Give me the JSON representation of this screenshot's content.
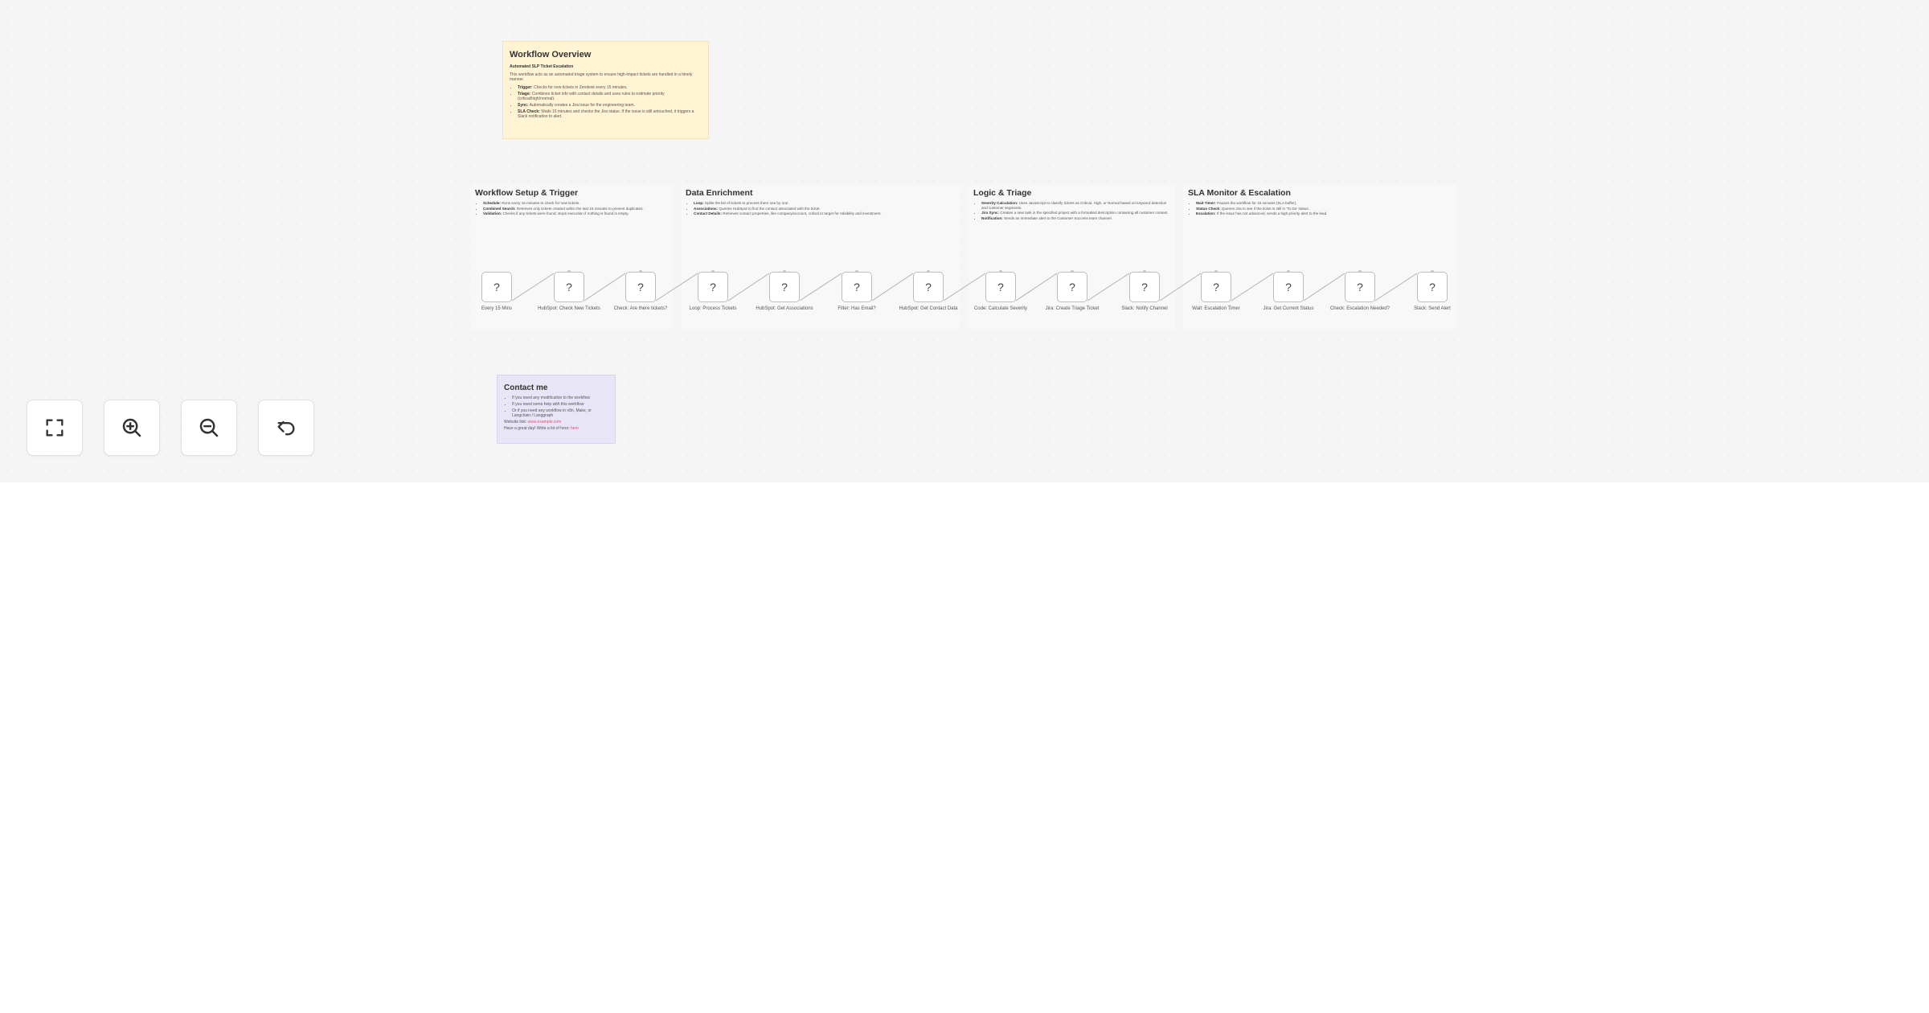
{
  "overview": {
    "title": "Workflow Overview",
    "subtitle": "Automated SLP Ticket Escalation",
    "intro": "This workflow acts as an automated triage system to ensure high-impact tickets are handled in a timely manner.",
    "bullets": [
      {
        "head": "Trigger:",
        "text": "Checks for new tickets in Zendesk every 15 minutes."
      },
      {
        "head": "Triage:",
        "text": "Combines ticket info with contact details and uses rules to estimate priority (critical/high/normal)."
      },
      {
        "head": "Sync:",
        "text": "Automatically creates a Jira issue for the engineering team."
      },
      {
        "head": "SLA Check:",
        "text": "Waits 15 minutes and checks the Jira status. If the issue is still untouched, it triggers a Slack notification to alert."
      }
    ]
  },
  "stages": [
    {
      "title": "Workflow Setup & Trigger",
      "bullets": [
        {
          "head": "Schedule:",
          "text": "Runs every 15 minutes to check for new tickets."
        },
        {
          "head": "Combined Search:",
          "text": "Retrieves only tickets created within the last 15 minutes to prevent duplicates."
        },
        {
          "head": "Validation:",
          "text": "Checks if any tickets were found; stops execution if nothing is found is empty."
        }
      ]
    },
    {
      "title": "Data Enrichment",
      "bullets": [
        {
          "head": "Loop:",
          "text": "Splits the list of tickets to process them one by one."
        },
        {
          "head": "Associations:",
          "text": "Queries HubSpot to find the contact associated with the ticket."
        },
        {
          "head": "Contact Details:",
          "text": "Retrieves contact properties, like company/account, critical or target for reliability and investment."
        }
      ]
    },
    {
      "title": "Logic & Triage",
      "bullets": [
        {
          "head": "Severity Calculation:",
          "text": "Uses JavaScript to classify tickets as Critical, High, or Normal based on keyword detection and customer segments."
        },
        {
          "head": "Jira Sync:",
          "text": "Creates a new task in the specified project with a formatted description containing all customer context."
        },
        {
          "head": "Notification:",
          "text": "Sends an immediate alert to the Customer Success team channel."
        }
      ]
    },
    {
      "title": "SLA Monitor & Escalation",
      "bullets": [
        {
          "head": "Wait Timer:",
          "text": "Pauses the workflow for 15 minutes (SLA buffer)."
        },
        {
          "head": "Status Check:",
          "text": "Queries Jira to see if the ticket is still in 'To Do' status."
        },
        {
          "head": "Escalation:",
          "text": "If the issue has not advanced, sends a high priority alert to the lead."
        }
      ]
    }
  ],
  "nodes": [
    {
      "label": "Every 15 Mins",
      "icon": "?"
    },
    {
      "label": "HubSpot: Check New Tickets",
      "icon": "?"
    },
    {
      "label": "Check: Are there tickets?",
      "icon": "?"
    },
    {
      "label": "Loop: Process Tickets",
      "icon": "?"
    },
    {
      "label": "HubSpot: Get Associations",
      "icon": "?"
    },
    {
      "label": "Filter: Has Email?",
      "icon": "?"
    },
    {
      "label": "HubSpot: Get Contact Data",
      "icon": "?"
    },
    {
      "label": "Code: Calculate Severity",
      "icon": "?"
    },
    {
      "label": "Jira: Create Triage Ticket",
      "icon": "?"
    },
    {
      "label": "Slack: Notify Channel",
      "icon": "?"
    },
    {
      "label": "Wait: Escalation Timer",
      "icon": "?"
    },
    {
      "label": "Jira: Get Current Status",
      "icon": "?"
    },
    {
      "label": "Check: Escalation Needed?",
      "icon": "?"
    },
    {
      "label": "Slack: Send Alert",
      "icon": "?"
    }
  ],
  "contact": {
    "title": "Contact me",
    "bullets": [
      "If you need any modification to the workflow",
      "If you need some help with this workflow",
      "Or if you need any workflow in n8n, Make, or Langchain / Langgraph"
    ],
    "website_label": "Website link:",
    "website_link": "www.example.com",
    "email_label": "Have a great day! Write a lot of hero:",
    "email_link": "here"
  },
  "controls": {
    "fit": "fit-view",
    "zoom_in": "zoom-in",
    "zoom_out": "zoom-out",
    "undo": "undo"
  },
  "colors": {
    "overview_bg": "#fff4d4",
    "contact_bg": "#e8e5f7",
    "link": "#e0507a",
    "canvas_bg": "#f5f5f5"
  }
}
